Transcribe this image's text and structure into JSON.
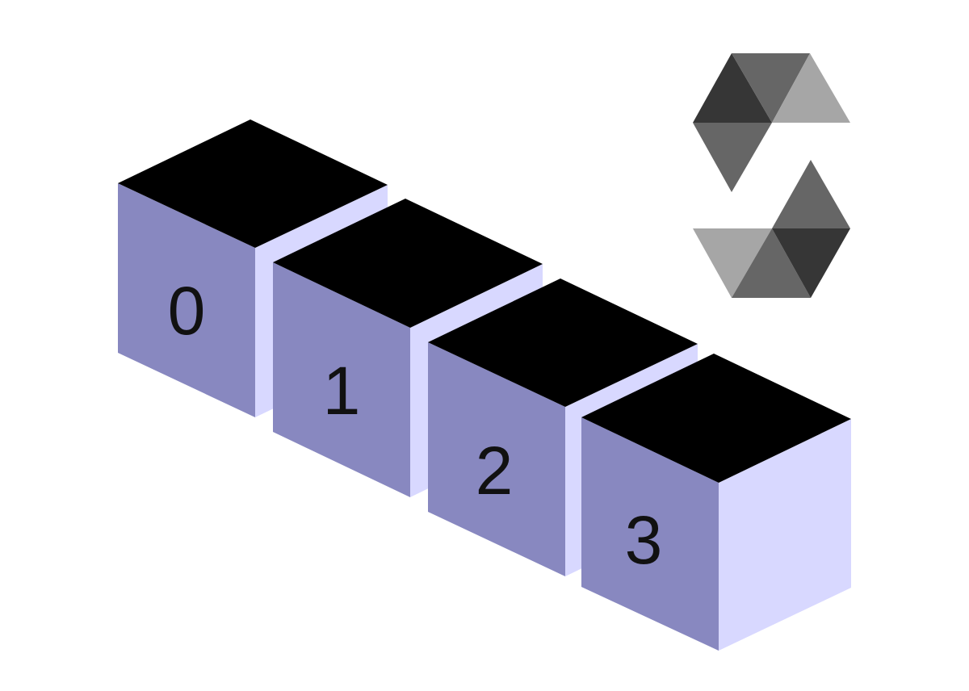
{
  "colors": {
    "background": "#ffffff",
    "cube_top": "#000000",
    "cube_front": "#8888c0",
    "cube_side": "#d8d8ff",
    "label": "#111111"
  },
  "cubes": [
    {
      "label": "0"
    },
    {
      "label": "1"
    },
    {
      "label": "2"
    },
    {
      "label": "3"
    }
  ],
  "logo": {
    "icon": "solidity-logo-icon",
    "colors": {
      "dark": "#363636",
      "mid": "#666666",
      "light": "#a6a6a6"
    }
  }
}
